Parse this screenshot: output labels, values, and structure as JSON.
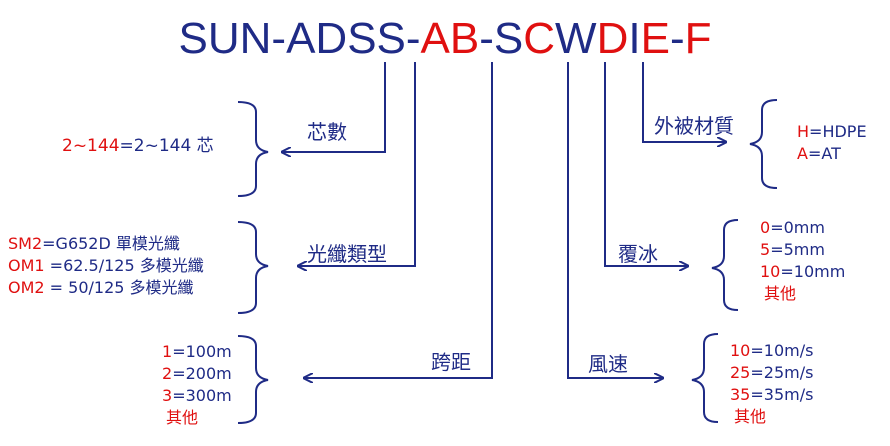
{
  "model": {
    "segments": [
      {
        "text": "SUN-ADSS-",
        "red": false
      },
      {
        "text": "AB",
        "red": true
      },
      {
        "text": "-S",
        "red": false
      },
      {
        "text": "C",
        "red": true
      },
      {
        "text": "W",
        "red": false
      },
      {
        "text": "D",
        "red": true
      },
      {
        "text": "I",
        "red": false
      },
      {
        "text": "E",
        "red": true
      },
      {
        "text": "-",
        "red": false
      },
      {
        "text": "F",
        "red": true
      }
    ]
  },
  "fields": {
    "core_count": {
      "label": "芯數",
      "value_red": "2~144",
      "value_rest": "=2~144 芯"
    },
    "fiber_type": {
      "label": "光纖類型",
      "options": [
        {
          "k": "SM2",
          "v": "=G652D 單模光纖"
        },
        {
          "k": "OM1",
          "v": " =62.5/125 多模光纖"
        },
        {
          "k": "OM2",
          "v": " = 50/125 多模光纖"
        }
      ]
    },
    "span": {
      "label": "跨距",
      "options": [
        {
          "k": "1",
          "v": "=100m"
        },
        {
          "k": "2",
          "v": "=200m"
        },
        {
          "k": "3",
          "v": "=300m"
        }
      ],
      "other": "其他"
    },
    "jacket": {
      "label": "外被材質",
      "options": [
        {
          "k": "H",
          "v": "=HDPE"
        },
        {
          "k": "A",
          "v": "=AT"
        }
      ]
    },
    "ice": {
      "label": "覆冰",
      "options": [
        {
          "k": "0",
          "v": "=0mm"
        },
        {
          "k": "5",
          "v": "=5mm"
        },
        {
          "k": "10",
          "v": "=10mm"
        }
      ],
      "other": "其他"
    },
    "wind": {
      "label": "風速",
      "options": [
        {
          "k": "10",
          "v": "=10m/s"
        },
        {
          "k": "25",
          "v": "=25m/s"
        },
        {
          "k": "35",
          "v": "=35m/s"
        }
      ],
      "other": "其他"
    }
  },
  "colors": {
    "navy": "#1f2b86",
    "red": "#e01010"
  }
}
